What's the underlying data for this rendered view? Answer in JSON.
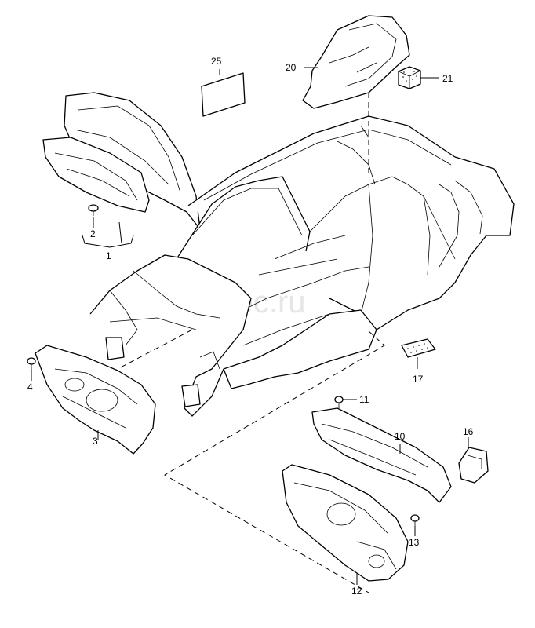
{
  "watermark": "vagtec.ru",
  "callouts": {
    "p1": "1",
    "p2": "2",
    "p3": "3",
    "p4": "4",
    "p10": "10",
    "p11": "11",
    "p12": "12",
    "p13": "13",
    "p16": "16",
    "p17": "17",
    "p20": "20",
    "p21": "21",
    "p25": "25"
  }
}
